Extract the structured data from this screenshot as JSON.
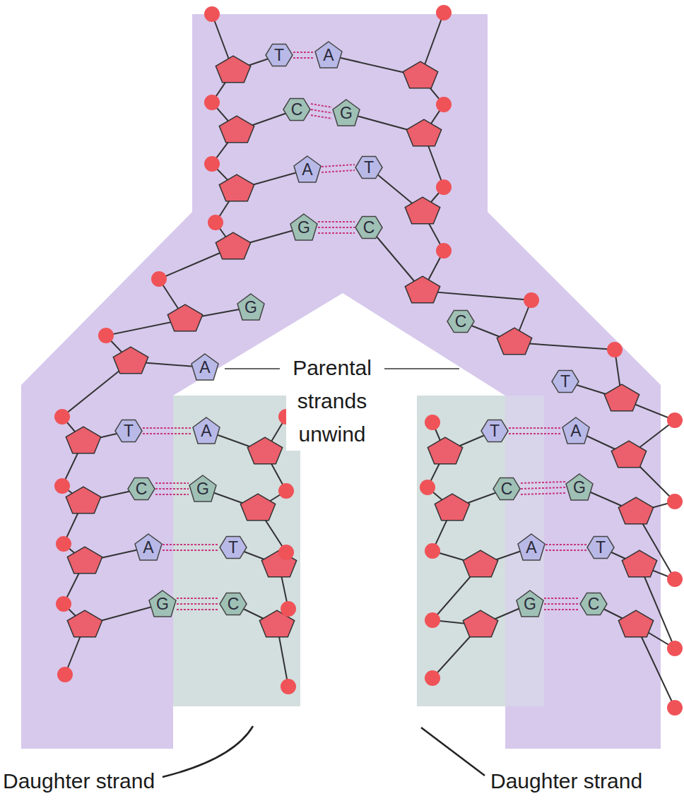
{
  "diagram": {
    "nodes": [
      {
        "text": [
          "T"
        ]
      },
      {
        "text": [
          "A"
        ]
      },
      {
        "text": [
          "C"
        ]
      },
      {
        "text": [
          "G"
        ]
      },
      {
        "text": [
          "A"
        ]
      },
      {
        "text": [
          "T"
        ]
      },
      {
        "text": [
          "G"
        ]
      },
      {
        "text": [
          "C"
        ]
      },
      {
        "text": [
          "G"
        ]
      },
      {
        "text": [
          "C"
        ]
      },
      {
        "text": [
          "A"
        ]
      },
      {
        "text": [
          "T"
        ]
      },
      {
        "text": [
          "T"
        ]
      },
      {
        "text": [
          "A"
        ]
      },
      {
        "text": [
          "T"
        ]
      },
      {
        "text": [
          "A"
        ]
      },
      {
        "text": [
          "C"
        ]
      },
      {
        "text": [
          "G"
        ]
      },
      {
        "text": [
          "C"
        ]
      },
      {
        "text": [
          "G"
        ]
      },
      {
        "text": [
          "A"
        ]
      },
      {
        "text": [
          "T"
        ]
      },
      {
        "text": [
          "A"
        ]
      },
      {
        "text": [
          "T"
        ]
      },
      {
        "text": [
          "G"
        ]
      },
      {
        "text": [
          "C"
        ]
      },
      {
        "text": [
          "G"
        ]
      },
      {
        "text": [
          "C"
        ]
      }
    ],
    "edges": [
      {
        "from": 0,
        "to": 1,
        "arrow": "none"
      },
      {
        "from": 2,
        "to": 3,
        "arrow": "none"
      },
      {
        "from": 4,
        "to": 5,
        "arrow": "none"
      },
      {
        "from": 6,
        "to": 7,
        "arrow": "none"
      },
      {
        "from": 12,
        "to": 13,
        "arrow": "none"
      },
      {
        "from": 14,
        "to": 15,
        "arrow": "none"
      },
      {
        "from": 16,
        "to": 17,
        "arrow": "none"
      },
      {
        "from": 18,
        "to": 19,
        "arrow": "none"
      },
      {
        "from": 20,
        "to": 21,
        "arrow": "none"
      },
      {
        "from": 22,
        "to": 23,
        "arrow": "none"
      },
      {
        "from": 24,
        "to": 25,
        "arrow": "none"
      },
      {
        "from": 26,
        "to": 27,
        "arrow": "none"
      }
    ],
    "labels": [
      "Parental strands unwind",
      "Daughter strand",
      "Daughter strand"
    ]
  }
}
